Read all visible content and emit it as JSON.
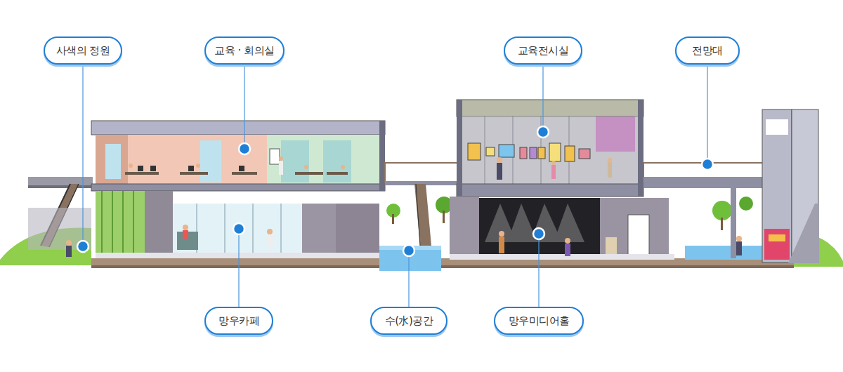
{
  "diagram": {
    "nodes": [
      {
        "text": [
          "사색의 정원"
        ]
      },
      {
        "text": [
          "교육 · 회의실"
        ]
      },
      {
        "text": [
          "교육전시실"
        ]
      },
      {
        "text": [
          "전망대"
        ]
      },
      {
        "text": [
          "망우카페"
        ]
      },
      {
        "text": [
          "수(水)공간"
        ]
      },
      {
        "text": [
          "망우미디어홀"
        ]
      }
    ]
  }
}
